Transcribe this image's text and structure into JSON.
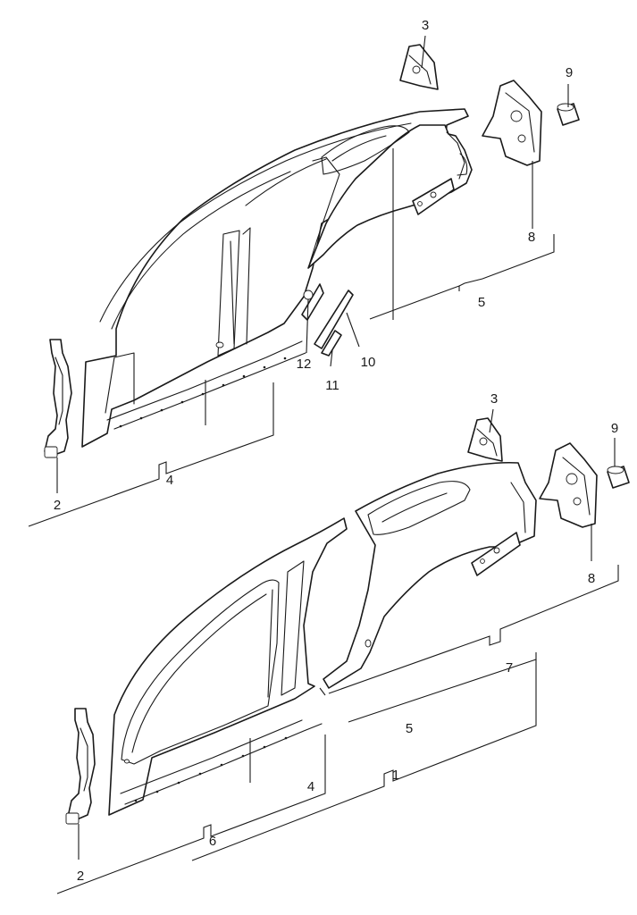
{
  "diagram": {
    "upper_group": {
      "callouts": {
        "c3": "3",
        "c9": "9",
        "c8": "8",
        "c5": "5",
        "c12": "12",
        "c10": "10",
        "c11": "11",
        "c2": "2",
        "c4": "4"
      }
    },
    "lower_group": {
      "callouts": {
        "c3": "3",
        "c9": "9",
        "c8": "8",
        "c7": "7",
        "c5": "5",
        "c1": "1",
        "c4": "4",
        "c6": "6",
        "c2": "2"
      }
    }
  }
}
